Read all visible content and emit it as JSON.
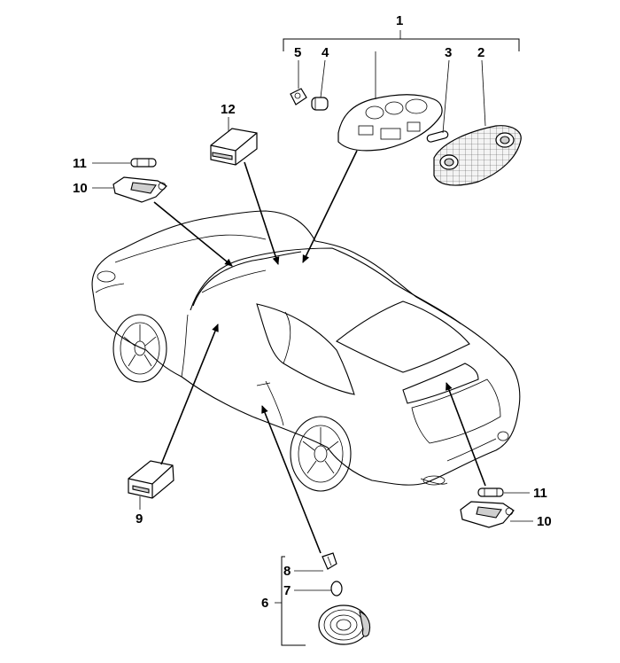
{
  "callouts": {
    "n1": "1",
    "n2": "2",
    "n3": "3",
    "n4": "4",
    "n5": "5",
    "n6": "6",
    "n7": "7",
    "n8": "8",
    "n9": "9",
    "n10_left": "10",
    "n10_right": "10",
    "n11_left": "11",
    "n11_right": "11",
    "n12": "12"
  }
}
